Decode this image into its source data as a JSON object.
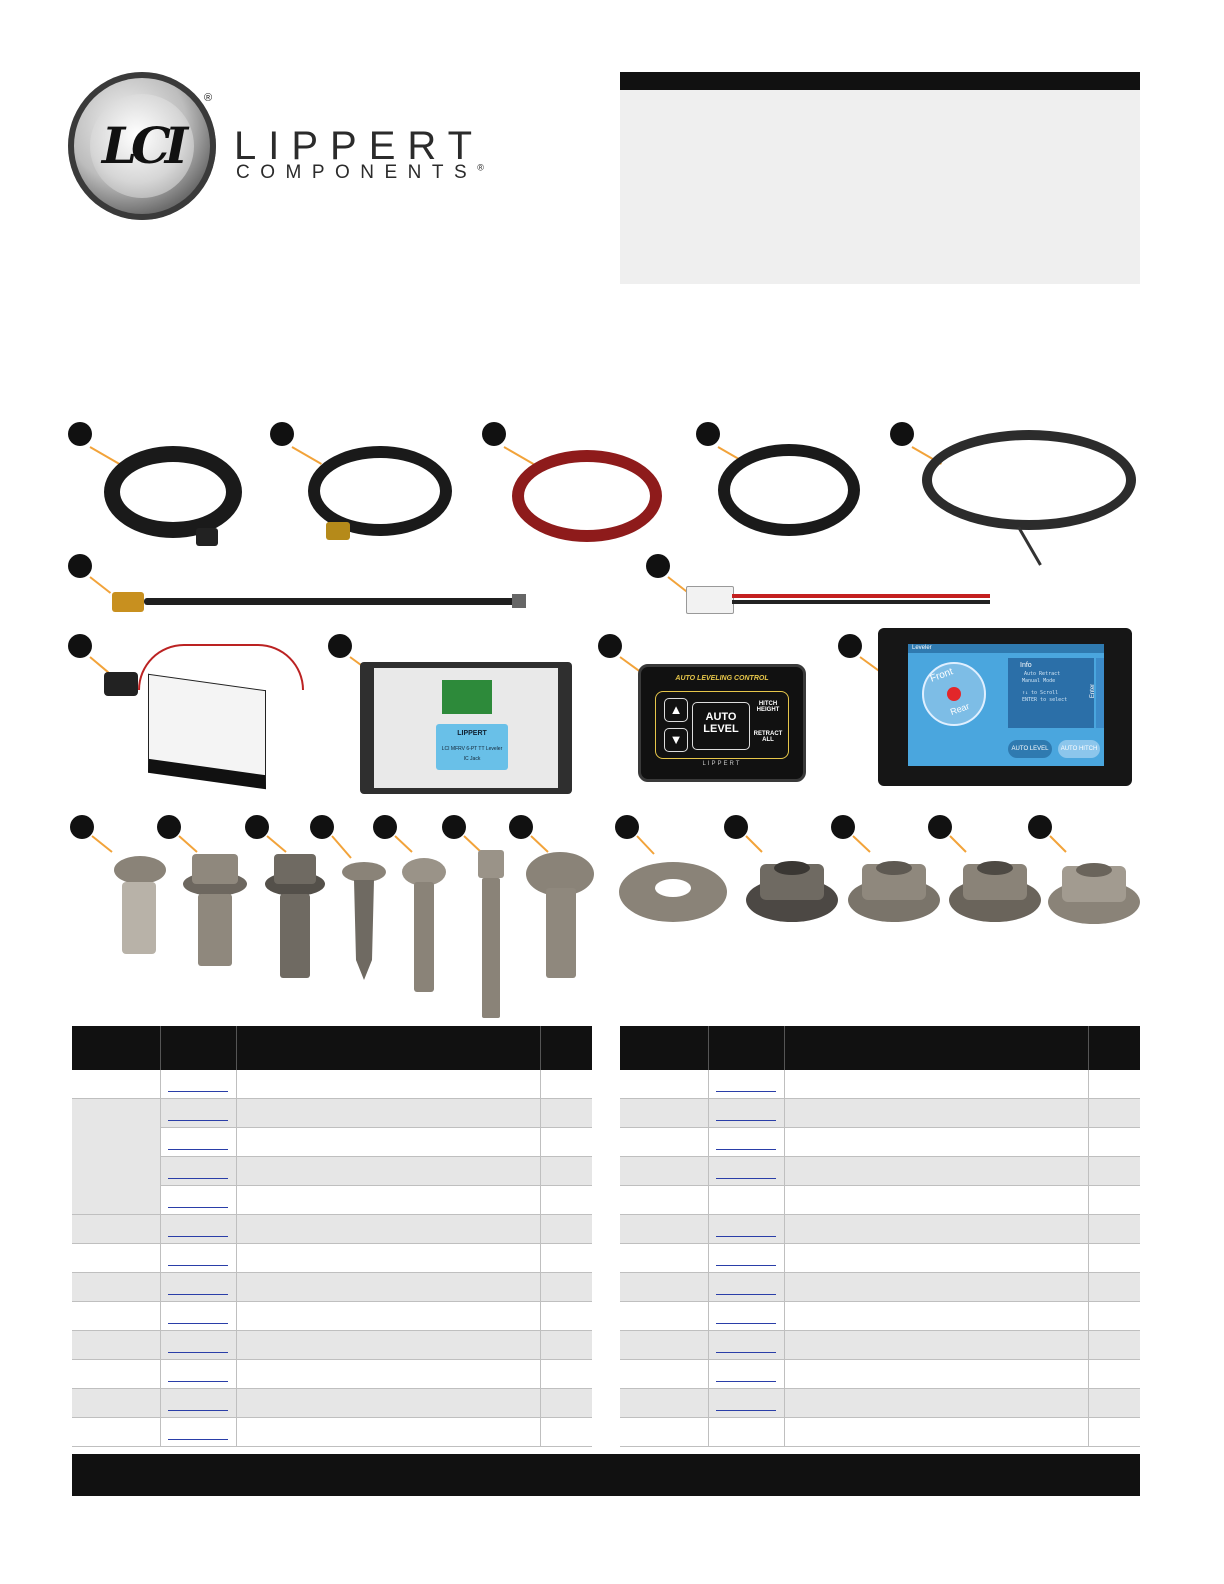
{
  "brand": {
    "logo_mark": "LCI",
    "registered": "®",
    "name_line1": "LIPPERT",
    "name_line2": "COMPONENTS",
    "registered_small": "®"
  },
  "colors": {
    "leader": "#f2a33a",
    "header_bar": "#111111",
    "info_panel": "#efefef",
    "row_alt": "#e6e6e6",
    "link_underline": "#2a3ea8"
  },
  "control_panel": {
    "title": "AUTO LEVELING CONTROL",
    "auto_level_1": "AUTO",
    "auto_level_2": "LEVEL",
    "hitch_1": "HITCH",
    "hitch_2": "HEIGHT",
    "retract_1": "RETRACT",
    "retract_2": "ALL",
    "brand": "LIPPERT"
  },
  "touch_screen": {
    "title": "Leveler",
    "front": "Front",
    "rear": "Rear",
    "menu_info": "Info",
    "menu_auto_retract": "Auto Retract",
    "menu_manual": "Manual Mode",
    "menu_scroll": "↑↓ to Scroll",
    "menu_enter": "ENTER to select",
    "enter": "Enter",
    "btn_auto_level": "AUTO LEVEL",
    "btn_auto_hitch": "AUTO HITCH"
  },
  "controller_module": {
    "brand": "LIPPERT",
    "label": "LCI MFRV 6-PT TT Leveler",
    "sub": "IC Jack"
  }
}
